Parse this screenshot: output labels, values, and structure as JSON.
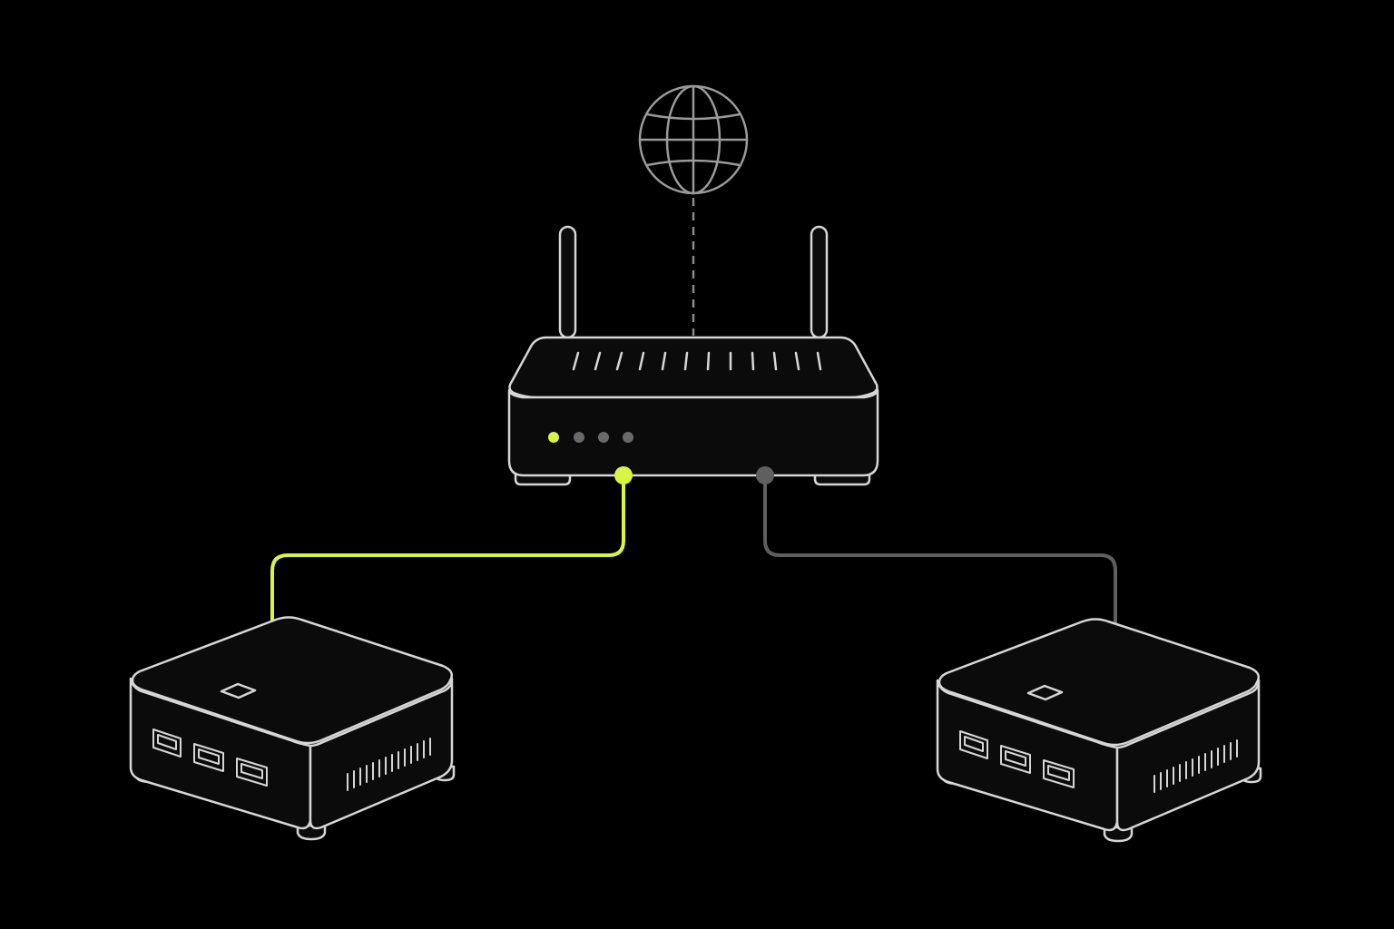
{
  "colors": {
    "background": "#000000",
    "outline": "#d6d6d6",
    "device_fill": "#0b0b0b",
    "active_link": "#d7f542",
    "inactive_link": "#5f5f5f",
    "globe_outline": "#9a9a9a",
    "uplink_dashed": "#8a8a8a",
    "led_off": "#6a6a6a"
  },
  "nodes": {
    "internet": {
      "icon": "globe-icon"
    },
    "router": {
      "icon": "router-icon",
      "antennas": 2,
      "leds": [
        {
          "state": "on"
        },
        {
          "state": "off"
        },
        {
          "state": "off"
        },
        {
          "state": "off"
        }
      ]
    },
    "computer_left": {
      "icon": "mini-pc-icon",
      "usb_ports": 3,
      "link": "active"
    },
    "computer_right": {
      "icon": "mini-pc-icon",
      "usb_ports": 3,
      "link": "inactive"
    }
  },
  "links": [
    {
      "from": "internet",
      "to": "router",
      "style": "dashed"
    },
    {
      "from": "router",
      "to": "computer_left",
      "state": "active"
    },
    {
      "from": "router",
      "to": "computer_right",
      "state": "inactive"
    }
  ]
}
